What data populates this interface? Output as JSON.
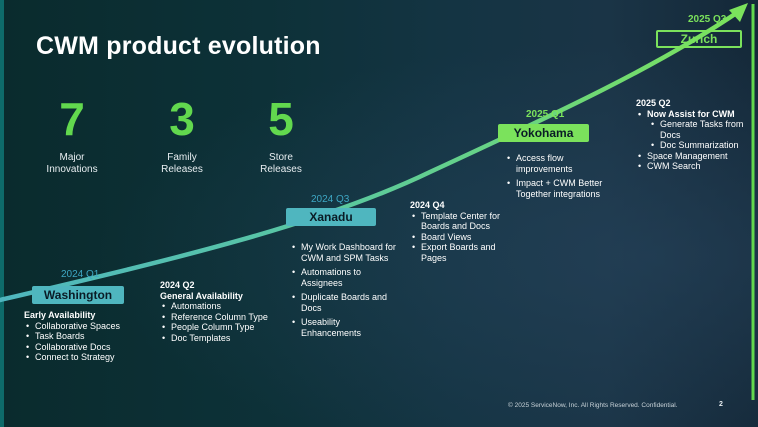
{
  "title": "CWM product evolution",
  "stats": [
    {
      "value": "7",
      "label_1": "Major",
      "label_2": "Innovations"
    },
    {
      "value": "3",
      "label_1": "Family",
      "label_2": "Releases"
    },
    {
      "value": "5",
      "label_1": "Store",
      "label_2": "Releases"
    }
  ],
  "milestones": {
    "washington": {
      "quarter": "2024 Q1",
      "name": "Washington"
    },
    "xanadu": {
      "quarter": "2024 Q3",
      "name": "Xanadu"
    },
    "yokohama": {
      "quarter": "2025 Q1",
      "name": "Yokohama"
    },
    "zurich": {
      "quarter": "2025 Q3",
      "name": "Zurich"
    }
  },
  "blocks": {
    "early": {
      "heading": "Early Availability",
      "items": [
        "Collaborative Spaces",
        "Task Boards",
        "Collaborative Docs",
        "Connect to Strategy"
      ]
    },
    "q2_2024": {
      "heading_1": "2024 Q2",
      "heading_2": "General Availability",
      "items": [
        "Automations",
        "Reference Column Type",
        "People Column Type",
        "Doc Templates"
      ]
    },
    "xanadu": {
      "items": [
        "My Work Dashboard for CWM and SPM Tasks",
        "Automations to Assignees",
        "Duplicate Boards and Docs",
        "Useability Enhancements"
      ]
    },
    "q4_2024": {
      "heading": "2024 Q4",
      "items": [
        "Template Center for Boards and Docs",
        "Board Views",
        "Export Boards and Pages"
      ]
    },
    "yokohama": {
      "items": [
        "Access flow improvements",
        "Impact + CWM Better Together integrations"
      ]
    },
    "q2_2025": {
      "heading": "2025 Q2",
      "item_1": "Now Assist for CWM",
      "sub_items": [
        "Generate Tasks from Docs",
        "Doc Summarization"
      ],
      "items": [
        "Space Management",
        "CWM Search"
      ]
    }
  },
  "footer": "© 2025 ServiceNow, Inc. All Rights Reserved. Confidential.",
  "page_number": "2",
  "colors": {
    "accent_green": "#7be25c",
    "accent_teal": "#4fb6bf",
    "quarter_blue": "#3ea7c4"
  }
}
